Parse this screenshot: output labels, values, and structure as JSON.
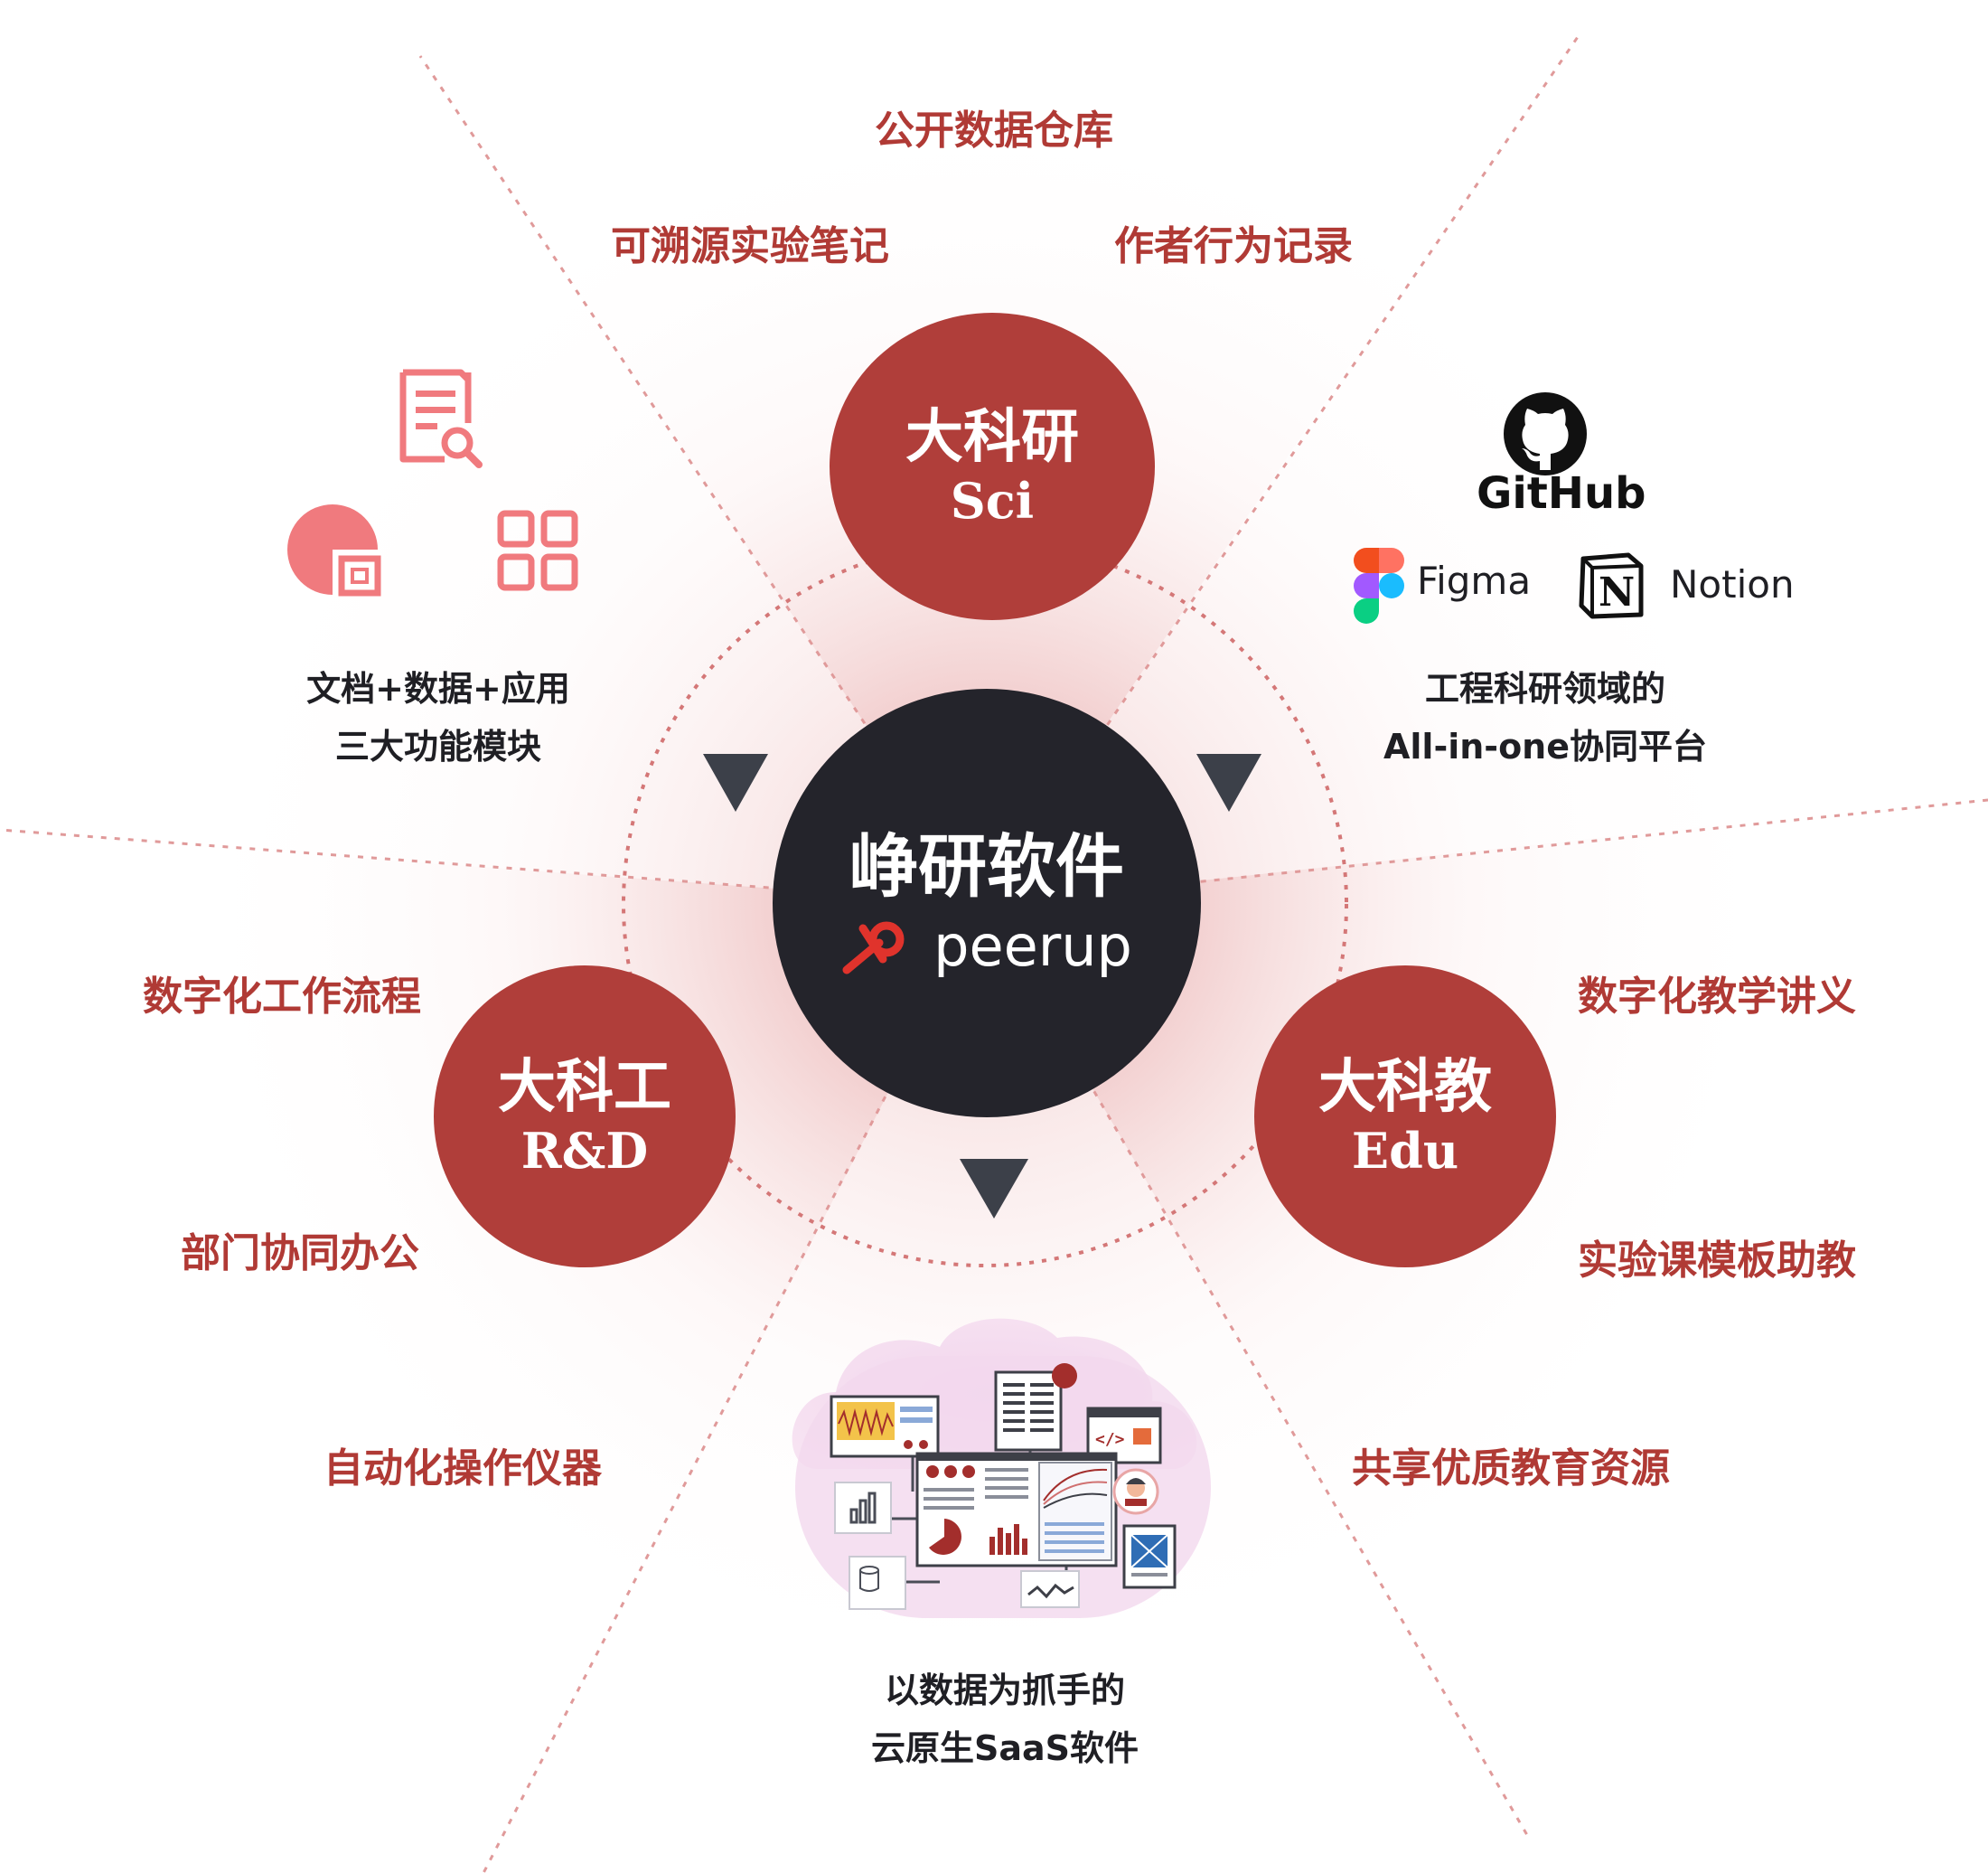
{
  "center": {
    "title": "峥研软件",
    "brand": "peerup",
    "logo_icon": "peerup-logo-icon"
  },
  "nodes": {
    "sci": {
      "cn": "大科研",
      "en": "Sci"
    },
    "rd": {
      "cn": "大科工",
      "en": "R&D"
    },
    "edu": {
      "cn": "大科教",
      "en": "Edu"
    }
  },
  "features": {
    "top": [
      "公开数据仓库",
      "可溯源实验笔记",
      "作者行为记录"
    ],
    "left": [
      "数字化工作流程",
      "部门协同办公",
      "自动化操作仪器"
    ],
    "right": [
      "数字化教学讲义",
      "实验课模板助教",
      "共享优质教育资源"
    ]
  },
  "descriptions": {
    "modules": [
      "文档+数据+应用",
      "三大功能模块"
    ],
    "platform": [
      "工程科研领域的",
      "All-in-one协同平台"
    ],
    "saas": [
      "以数据为抓手的",
      "云原生SaaS软件"
    ]
  },
  "tools": [
    {
      "name": "GitHub",
      "icon": "github-icon"
    },
    {
      "name": "Figma",
      "icon": "figma-icon"
    },
    {
      "name": "Notion",
      "icon": "notion-icon"
    }
  ],
  "module_icons": [
    "document-search-icon",
    "pie-chart-icon",
    "app-grid-icon"
  ],
  "colors": {
    "accent_red": "#b03e3a",
    "text_red": "#b03a35",
    "dark": "#24242b",
    "icon_pink": "#f07a7e"
  }
}
